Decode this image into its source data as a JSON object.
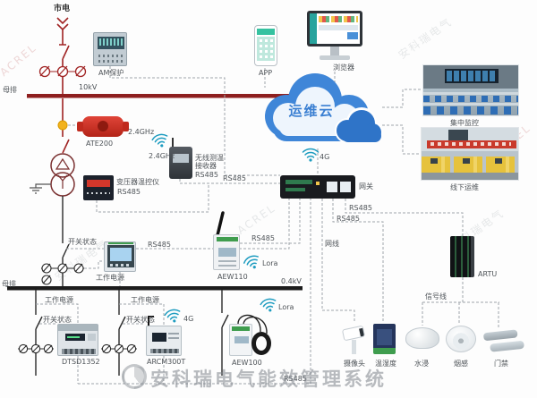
{
  "watermark": {
    "system_title": "安科瑞电气能效管理系统",
    "brand": "ACREL",
    "brand_cn": "安科瑞电气"
  },
  "labels": {
    "utility_power": "市电",
    "busbar": "母排",
    "hv_voltage": "10kV",
    "lv_voltage": "0.4kV",
    "protection_relay": "AM保护",
    "ate200": "ATE200",
    "freq_24ghz": "2.4GHz",
    "transformer_temp_controller": "变压器温控仪",
    "wireless_temp_recv_line1": "无线测温",
    "wireless_temp_recv_line2": "接收器",
    "rs485": "RS485",
    "cloud": "运维云",
    "net_4g": "4G",
    "app": "APP",
    "browser": "浏览器",
    "central_monitoring": "集中监控",
    "offline_ops": "线下运维",
    "gateway": "网关",
    "switch_status": "开关状态",
    "work_power": "工作电源",
    "aew110": "AEW110",
    "lora": "Lora",
    "dtsd1352": "DTSD1352",
    "arcm300t": "ARCM300T",
    "aew100": "AEW100",
    "net_cable": "网线",
    "artu": "ARTU",
    "signal_line": "信号线",
    "camera": "摄像头",
    "temp_humidity": "温湿度",
    "water_leak": "水浸",
    "smoke": "烟感",
    "door_access": "门禁"
  },
  "colors": {
    "hv_line": "#8e1f1f",
    "lv_line": "#1c1c1c",
    "comm_line": "#a0a5aa",
    "cloud_blue": "#3f86d8",
    "wifi_teal": "#1e9cc0",
    "junction_yellow": "#f2b21d",
    "ate200_red": "#c5372a"
  }
}
